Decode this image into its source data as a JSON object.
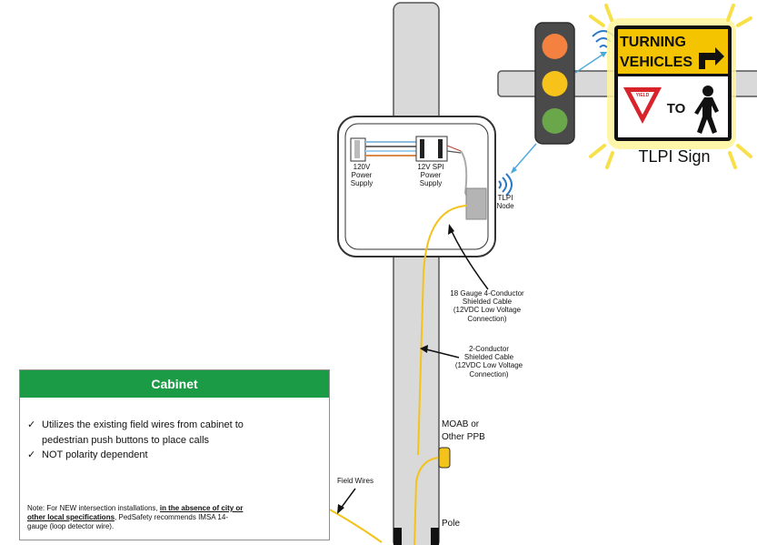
{
  "sign": {
    "line1": "TURNING",
    "line2": "VEHICLES",
    "yield_text": "YIELD",
    "to_text": "TO",
    "caption": "TLPI Sign"
  },
  "cabinet_box": {
    "power_supply_120": [
      "120V",
      "Power",
      "Supply"
    ],
    "power_supply_12": [
      "12V SPI",
      "Power",
      "Supply"
    ],
    "tlpi_node": [
      "TLPI",
      "Node"
    ]
  },
  "callouts": {
    "cable_4c": [
      "18 Gauge 4-Conductor",
      "Shielded Cable",
      "(12VDC Low Voltage",
      "Connection)"
    ],
    "cable_2c": [
      "2-Conductor",
      "Shielded Cable",
      "(12VDC Low Voltage",
      "Connection)"
    ],
    "moab": [
      "MOAB or",
      "Other PPB"
    ],
    "pole": "Pole",
    "field_wires": "Field Wires"
  },
  "cabinet_panel": {
    "title": "Cabinet",
    "bullets": [
      "Utilizes the existing field wires from cabinet to pedestrian push buttons to place calls",
      "NOT polarity dependent"
    ],
    "check_glyph": "✓",
    "note_prefix": "Note:  For NEW intersection installations, ",
    "note_emphasis": "in the absence of city or other local specifications",
    "note_suffix": ", PedSafety recommends IMSA 14-gauge (loop detector wire)."
  },
  "colors": {
    "pole_fill": "#d9d9d9",
    "pole_stroke": "#555555",
    "sign_yellow": "#f5c400",
    "glow": "#fff59a",
    "wire_yellow": "#f4c31a",
    "signal_red": "#f4813f",
    "signal_amber": "#f7c21a",
    "signal_green": "#6aa64a",
    "wifi_blue": "#2b78c7",
    "cabinet_green": "#1b9b45"
  }
}
